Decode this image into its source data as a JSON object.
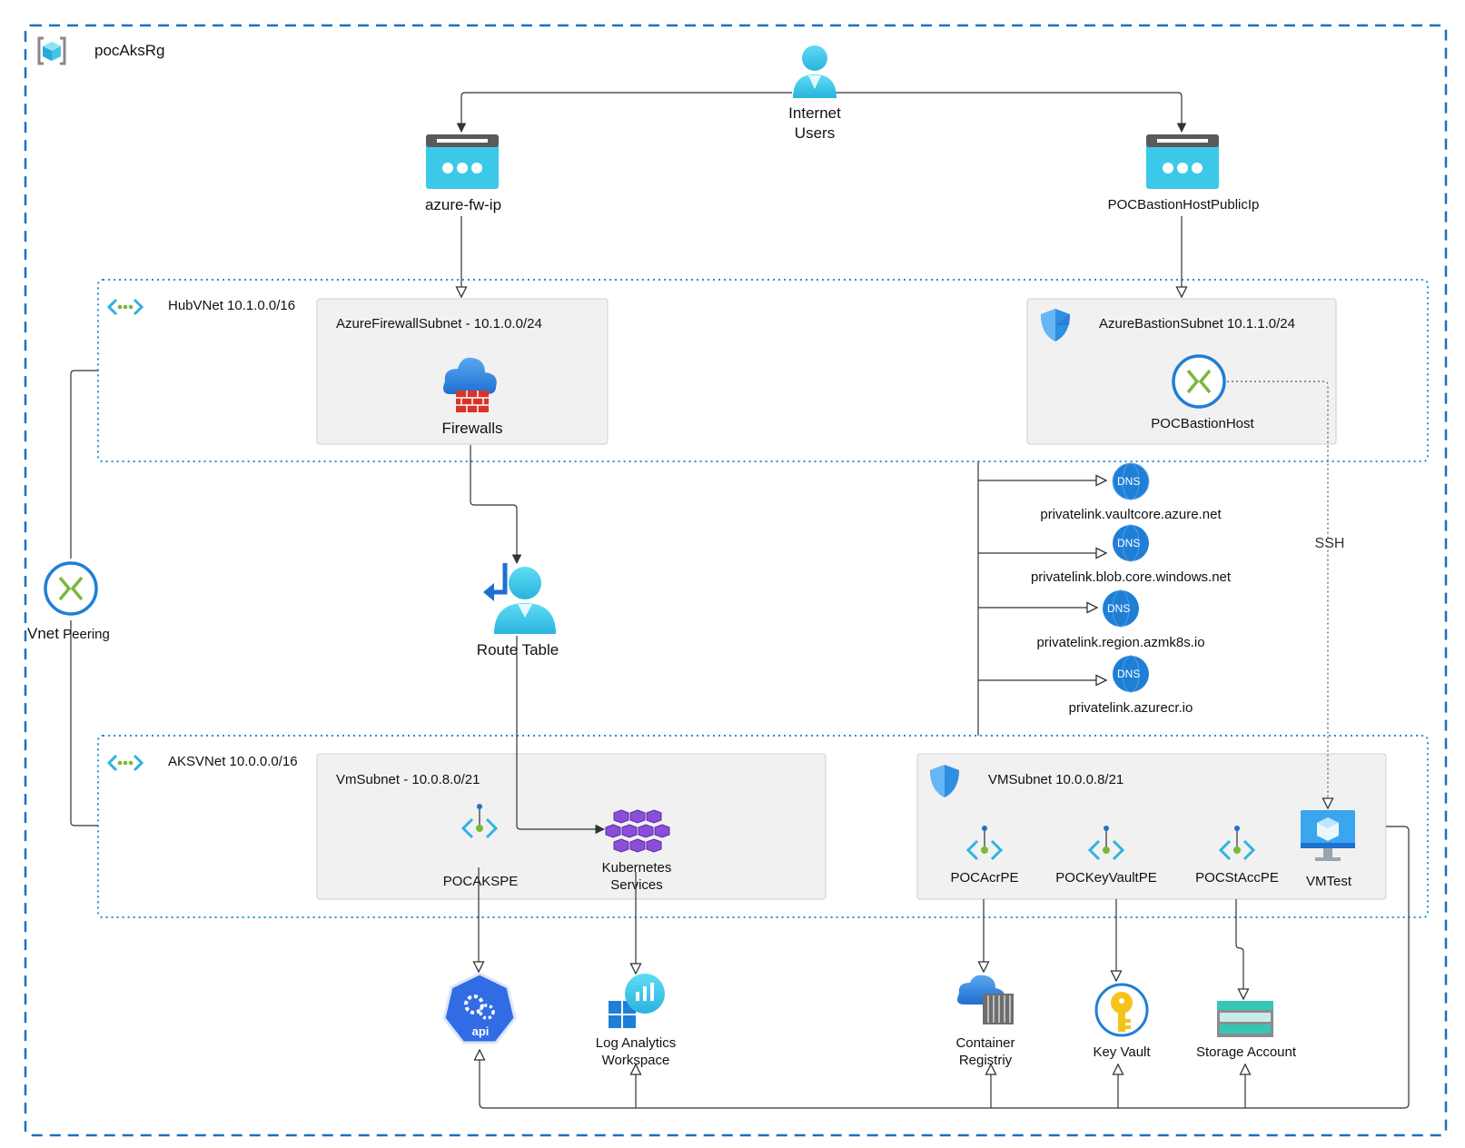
{
  "resource_group": {
    "name": "pocAksRg",
    "icon": "resource-group-icon"
  },
  "internet": {
    "label_line1": "Internet",
    "label_line2": "Users",
    "icon": "user-icon"
  },
  "public_ips": {
    "firewall": {
      "label": "azure-fw-ip",
      "icon": "public-ip-icon"
    },
    "bastion": {
      "label": "POCBastionHostPublicIp",
      "icon": "public-ip-icon"
    }
  },
  "hub_vnet": {
    "label": "HubVNet 10.1.0.0/16",
    "icon": "vnet-icon",
    "firewall_subnet": {
      "label": "AzureFirewallSubnet - 10.1.0.0/24",
      "firewall_label": "Firewalls",
      "icon": "firewall-icon"
    },
    "bastion_subnet": {
      "label": "AzureBastionSubnet 10.1.1.0/24",
      "host_label": "POCBastionHost",
      "icon": "bastion-icon"
    }
  },
  "peering": {
    "label_main": "Vnet",
    "label_small": "Peering",
    "icon": "vnet-peering-icon"
  },
  "route_table": {
    "label": "Route Table",
    "icon": "route-table-icon"
  },
  "dns_zones": [
    {
      "badge": "DNS",
      "label": "privatelink.vaultcore.azure.net"
    },
    {
      "badge": "DNS",
      "label": "privatelink.blob.core.windows.net"
    },
    {
      "badge": "DNS",
      "label": "privatelink.region.azmk8s.io"
    },
    {
      "badge": "DNS",
      "label": "privatelink.azurecr.io"
    }
  ],
  "ssh_label": "SSH",
  "aks_vnet": {
    "label": "AKSVNet 10.0.0.0/16",
    "icon": "vnet-icon",
    "vm_subnet_a": {
      "label": "VmSubnet - 10.0.8.0/21",
      "pe_label": "POCAKSPE",
      "k8s_line1": "Kubernetes",
      "k8s_line2": "Services"
    },
    "vm_subnet_b": {
      "label": "VMSubnet 10.0.0.8/21",
      "pes": [
        "POCAcrPE",
        "POCKeyVaultPE",
        "POCStAccPE"
      ],
      "vm_label": "VMTest"
    }
  },
  "services": {
    "api": {
      "badge": "api",
      "icon": "kubernetes-api-icon"
    },
    "log_analytics": {
      "line1": "Log Analytics",
      "line2": "Workspace",
      "icon": "log-analytics-icon"
    },
    "container_registry": {
      "line1": "Container",
      "line2": "Registriy",
      "icon": "container-registry-icon"
    },
    "key_vault": {
      "label": "Key Vault",
      "icon": "key-vault-icon"
    },
    "storage": {
      "label": "Storage Account",
      "icon": "storage-account-icon"
    }
  },
  "colors": {
    "rg_border": "#1f6fbf",
    "vnet_border": "#2a8fd6",
    "subnet_bg": "#f1f1f1",
    "azure_cyan": "#3cc8e8",
    "azure_blue": "#1f6fd1",
    "shield": "#2f8fe0",
    "peering_green": "#7ab83c",
    "kubernetes_purple": "#8a4fd8",
    "key_yellow": "#f5c31a",
    "firewall_red": "#d9342b"
  }
}
